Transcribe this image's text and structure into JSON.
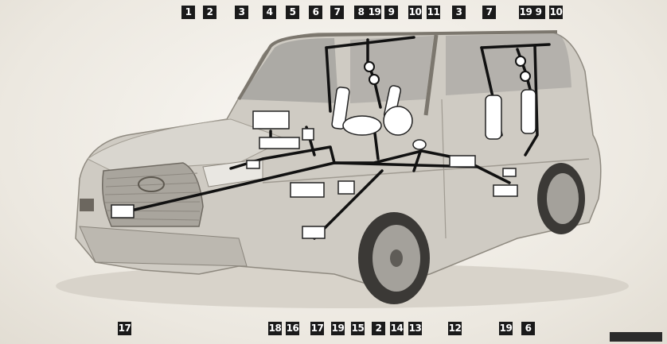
{
  "top_labels": [
    "1",
    "2",
    "3",
    "4",
    "5",
    "6",
    "7",
    "8",
    "19",
    "9",
    "10",
    "11",
    "3",
    "7",
    "19",
    "9",
    "10"
  ],
  "bottom_labels": [
    "17",
    "18",
    "16",
    "17",
    "19",
    "15",
    "2",
    "14",
    "13",
    "12",
    "19",
    "6"
  ],
  "image_code": "",
  "colors": {
    "badge_bg": "#1a1a1a",
    "badge_fg": "#ffffff",
    "wire": "#111111",
    "component": "#ffffff"
  }
}
